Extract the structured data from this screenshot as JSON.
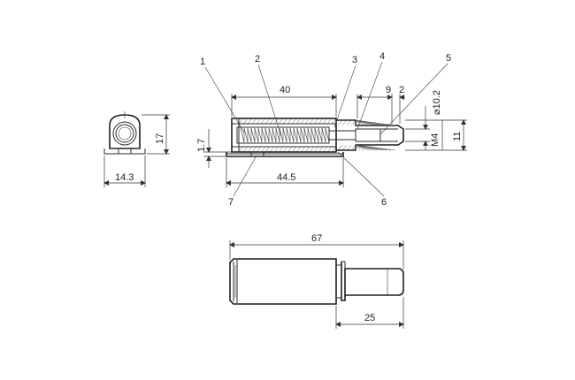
{
  "callouts": [
    "1",
    "2",
    "3",
    "4",
    "5",
    "6",
    "7"
  ],
  "dimensions": {
    "end_height": "17",
    "end_width": "14.3",
    "base_offset": "1.7",
    "body_length": "40",
    "base_length": "44.5",
    "tip_9": "9",
    "tip_2": "2",
    "tip_diameter": "⌀10.2",
    "thread": "M4",
    "tip_height": "11",
    "overall_length": "67",
    "stroke_length": "25"
  },
  "colors": {
    "line": "#2b2b2b",
    "background": "#ffffff"
  }
}
